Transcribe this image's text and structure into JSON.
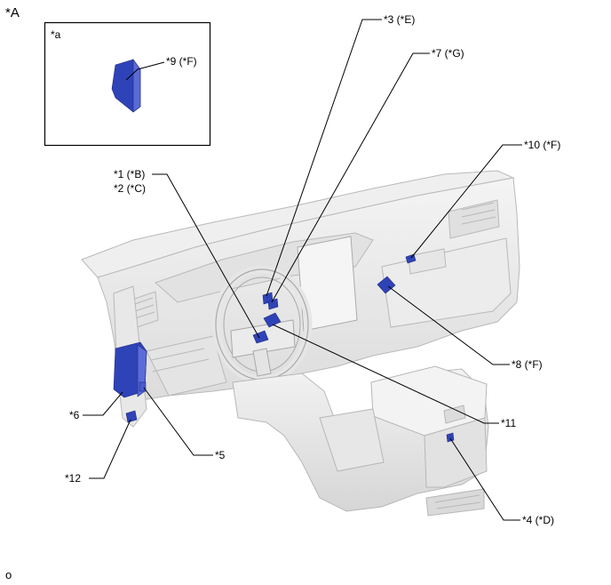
{
  "view_label": "*A",
  "inset": {
    "label": "*a"
  },
  "callouts": {
    "c1": "*1 (*B)",
    "c2": "*2 (*C)",
    "c3": "*3 (*E)",
    "c4": "*4 (*D)",
    "c5": "*5",
    "c6": "*6",
    "c7": "*7 (*G)",
    "c8": "*8 (*F)",
    "c9": "*9 (*F)",
    "c10": "*10 (*F)",
    "c11": "*11",
    "c12": "*12"
  },
  "footer_mark": "o",
  "colors": {
    "part_blue": "#2f43b8",
    "leader": "#000000",
    "body_grey": "#e9e9e9",
    "body_edge": "#bcbcbc"
  }
}
